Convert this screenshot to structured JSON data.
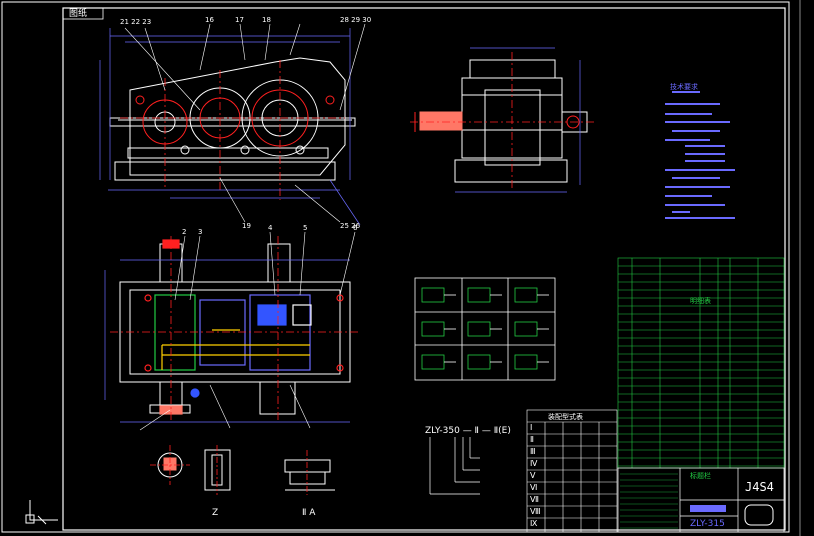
{
  "sheet": {
    "tab_label": "图纸",
    "drawing_number": "J4S4",
    "model_code": "ZLY-315",
    "model_formula": "ZLY-350 — Ⅱ — Ⅱ(E)",
    "view_label_left": "Z",
    "view_label_right": "Ⅱ A"
  },
  "colors": {
    "background": "#000000",
    "outline": "#ffffff",
    "centerline": "#ff2020",
    "dimension": "#6a6aff",
    "part_list": "#22cc44",
    "callout": "#ff7766",
    "shaft": "#ffd000"
  },
  "tables": {
    "title_block": "标题栏",
    "parts_list": "明细表",
    "assembly_table": "装配型式表",
    "tech_requirements": "技术要求"
  },
  "roman_rows": [
    "Ⅰ",
    "Ⅱ",
    "Ⅲ",
    "Ⅳ",
    "Ⅴ",
    "Ⅵ",
    "Ⅶ",
    "Ⅷ",
    "Ⅸ"
  ]
}
